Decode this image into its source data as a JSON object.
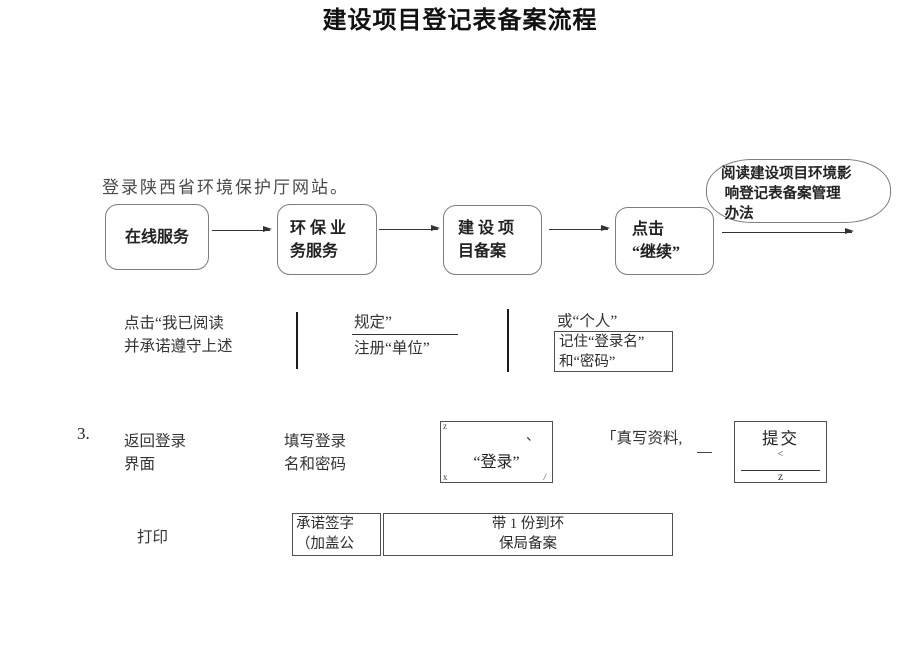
{
  "page": {
    "title": "建设项目登记表备案流程",
    "intro": "登录陕西省环境保护厅网站。"
  },
  "flow": {
    "step1": "在线服务",
    "step2": "环 保 业\n务服务",
    "step3": "建 设 项\n目备案",
    "step4": "点击\n“继续”",
    "ellipse": "阅读建设项目环境影\n 响登记表备案管理\n 办法"
  },
  "row2": {
    "col1": "点击“我已阅读\n并承诺遵守上述",
    "col2_top": "规定”",
    "col2_bottom": "注册“单位”",
    "col3_top": "或“个人”",
    "col3_box": "记住“登录名”\n和“密码”"
  },
  "row3": {
    "number": "3.",
    "label1": "返回登录\n界面",
    "label2": "填写登录\n名和密码",
    "login_box": {
      "corner_tl": "z",
      "corner_tr": "、",
      "center": "“登录”",
      "corner_bl": "x",
      "corner_br": "/"
    },
    "note": "「真写资料,",
    "submit_box": {
      "title": "提交",
      "mark": "<",
      "footer": "z"
    }
  },
  "row4": {
    "label": "打印",
    "box1": "承诺签字\n（加盖公",
    "box2": "带 1 份到环\n保局备案"
  }
}
